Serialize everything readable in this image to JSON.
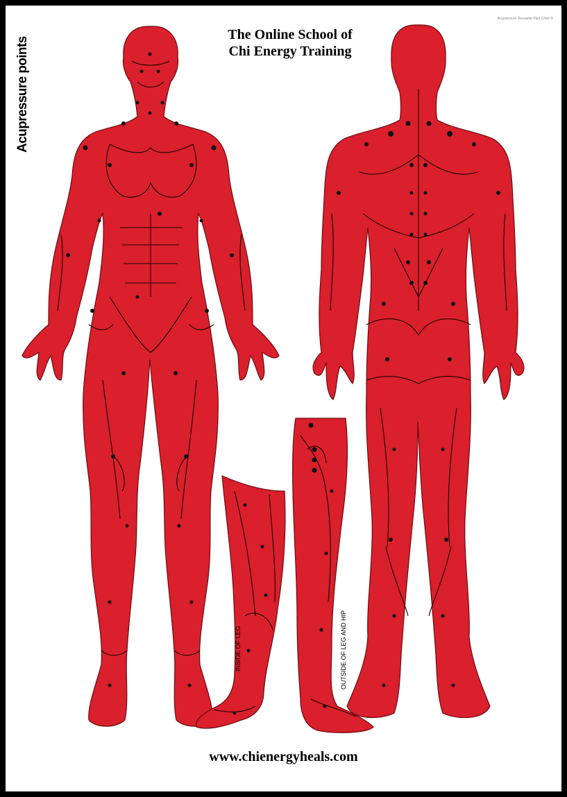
{
  "side_title": "Acupressure points",
  "title": {
    "line1": "The Online School of",
    "line2": "Chi Energy Training"
  },
  "corner_note": "Acupressure Reusable Pain Chart ®",
  "labels": {
    "inside_leg": "INSIDE OF LEG",
    "outside_leg": "OUTSIDE OF LEG AND HIP"
  },
  "website": "www.chienergyheals.com",
  "colors": {
    "body": "#d9202c",
    "points": "#111111"
  }
}
